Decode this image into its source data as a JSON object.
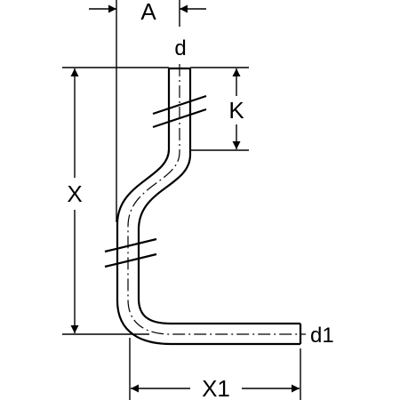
{
  "dimensions": {
    "A": "A",
    "d": "d",
    "K": "K",
    "X": "X",
    "d1": "d1",
    "X1": "X1"
  }
}
